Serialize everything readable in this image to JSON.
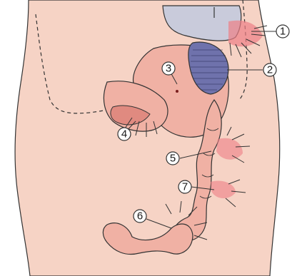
{
  "callouts": [
    {
      "label": "1"
    },
    {
      "label": "2"
    },
    {
      "label": "3"
    },
    {
      "label": "4"
    },
    {
      "label": "5"
    },
    {
      "label": "6"
    },
    {
      "label": "7"
    }
  ],
  "colors": {
    "skin": "#f6d3c5",
    "organ": "#f0b1a4",
    "organ_dark": "#e08a80",
    "pain": "#ee7f86",
    "lung": "#c9cbdb",
    "spleen": "#6f72ac",
    "outline": "#333333"
  }
}
